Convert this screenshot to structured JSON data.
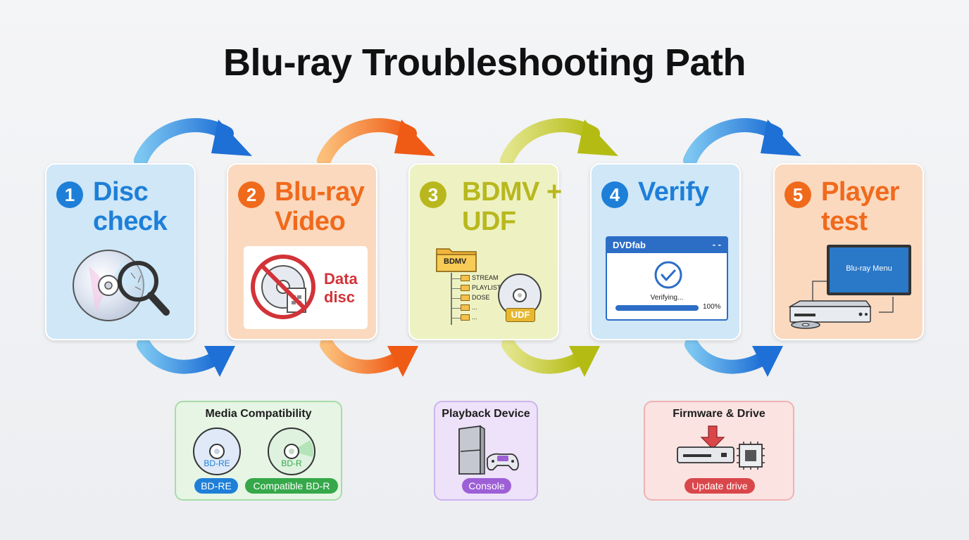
{
  "title": "Blu-ray Troubleshooting Path",
  "steps": [
    {
      "num": "1",
      "title": "Disc check",
      "color": "#1e7fd8",
      "bg": "#cfe7f7"
    },
    {
      "num": "2",
      "title": "Blu-ray Video",
      "color": "#f06a1c",
      "bg": "#fbd9bf",
      "badge": "Data disc"
    },
    {
      "num": "3",
      "title": "BDMV + UDF",
      "color": "#b8b81e",
      "bg": "#eef2c2",
      "folder": "BDMV",
      "subfolders": [
        "STREAM",
        "PLAYLIST",
        "DOSE",
        "...",
        "..."
      ],
      "disc_label": "UDF"
    },
    {
      "num": "4",
      "title": "Verify",
      "color": "#1e7fd8",
      "bg": "#cfe7f7",
      "window_title": "DVDfab",
      "window_controls": "- -",
      "status": "Verifying...",
      "progress_pct": 100,
      "progress_label": "100%"
    },
    {
      "num": "5",
      "title": "Player test",
      "color": "#f06a1c",
      "bg": "#fbd9bf",
      "screen_text": "Blu-ray Menu"
    }
  ],
  "boxes": {
    "media": {
      "title": "Media Compatibility",
      "disc1": "BD-RE",
      "disc2": "BD-R",
      "pill1": "BD-RE",
      "pill2": "Compatible BD-R",
      "color1": "#1e7fd8",
      "color2": "#35a84a",
      "border": "#a8dca9",
      "bg": "#e6f5e4"
    },
    "playback": {
      "title": "Playback Device",
      "pill": "Console",
      "color": "#9d5fd6",
      "border": "#cdb4ee",
      "bg": "#ede2f9"
    },
    "firmware": {
      "title": "Firmware & Drive",
      "pill": "Update drive",
      "color": "#d9474b",
      "border": "#f0b2b2",
      "bg": "#fbe3e2"
    }
  }
}
